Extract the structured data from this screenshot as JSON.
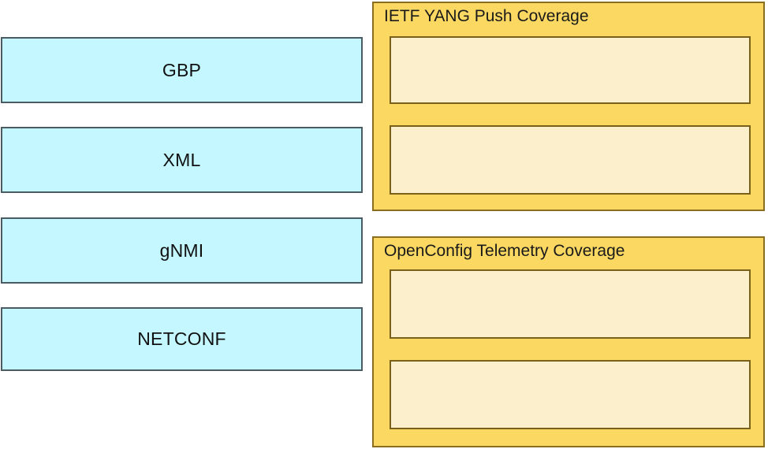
{
  "diagram": {
    "title": "Telemetry protocol stack and coverage diagram",
    "colors": {
      "protocol_fill": "#C4F7FF",
      "protocol_border": "#4A5B63",
      "panel_fill": "#FAD862",
      "panel_border": "#8A6D1F",
      "slot_fill": "#FCEFCB",
      "slot_border": "#7A6119",
      "background": "#FFFFFF",
      "text": "#111111"
    }
  },
  "protocol_stack": {
    "items": [
      {
        "label": "GBP"
      },
      {
        "label": "XML"
      },
      {
        "label": "gNMI"
      },
      {
        "label": "NETCONF"
      }
    ]
  },
  "coverage_panels": [
    {
      "title": "IETF YANG Push Coverage",
      "slots": [
        {
          "label": ""
        },
        {
          "label": ""
        }
      ]
    },
    {
      "title": "OpenConfig Telemetry Coverage",
      "slots": [
        {
          "label": ""
        },
        {
          "label": ""
        }
      ]
    }
  ]
}
